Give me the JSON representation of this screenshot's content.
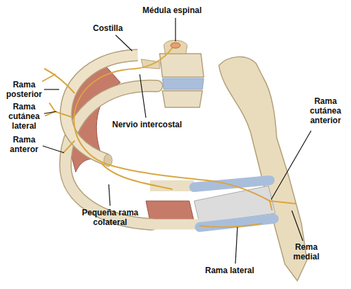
{
  "diagram": {
    "labels": [
      "Médula espinal",
      "Costilla",
      "Rama posterior",
      "Rama cutánea lateral",
      "Rama anteror",
      "Nervio intercostal",
      "Rama cutánea anterior",
      "Pequeña rama colateral",
      "Rema medial",
      "Rama lateral"
    ]
  }
}
